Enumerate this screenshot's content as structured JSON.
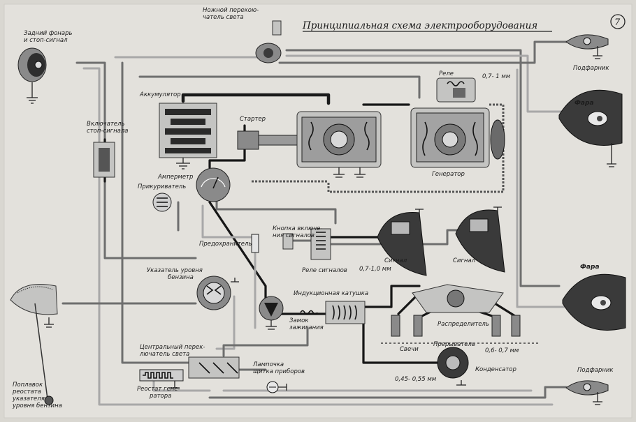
{
  "title": "Принципиальная схема электрооборудования",
  "page_number": "7",
  "labels": {
    "rear_lamp_l1": "Задний фонарь",
    "rear_lamp_l2": "и стоп-сигнал",
    "foot_switch_l1": "Ножной перекою-",
    "foot_switch_l2": "чатель света",
    "podfarnik_top": "Подфарник",
    "relay": "Реле",
    "relay_gap": "0,7- 1 мм",
    "fara_top": "Фара",
    "battery": "Аккумулятор",
    "starter": "Стартер",
    "generator": "Генератор",
    "stop_switch_l1": "Включатель",
    "stop_switch_l2": "стоп-сигнала",
    "ammeter": "Амперметр",
    "lighter": "Прикуриватель",
    "horn_button_l1": "Кнопка включе-",
    "horn_button_l2": "ния сигналов",
    "fuse": "Предохранитель",
    "signal_relay": "Реле сигналов",
    "signal_gap": "0,7-1,0 мм",
    "signal_left": "Сигнал",
    "signal_right": "Сигнал",
    "fara_bottom": "Фара",
    "fuel_gauge_l1": "Указатель уровня",
    "fuel_gauge_l2": "бензина",
    "ignition_coil": "Индукционная катушка",
    "ignition_lock_l1": "Замок",
    "ignition_lock_l2": "зажигания",
    "distributor": "Распределитель",
    "plugs": "Свечи",
    "breaker": "Прерыватель",
    "breaker_gap": "0,6- 0,7 мм",
    "condenser": "Конденсатор",
    "condenser_gap": "0,45- 0,55 мм",
    "central_switch_l1": "Центральный перек-",
    "central_switch_l2": "лючатель света",
    "dash_lamp_l1": "Лампочка",
    "dash_lamp_l2": "щитка приборов",
    "podfarnik_bottom": "Подфарник",
    "rheostat_l1": "Реостат гене-",
    "rheostat_l2": "ратора",
    "float_l1": "Поплавок",
    "float_l2": "реостата",
    "float_l3": "указателя",
    "float_l4": "уровня бензина"
  }
}
